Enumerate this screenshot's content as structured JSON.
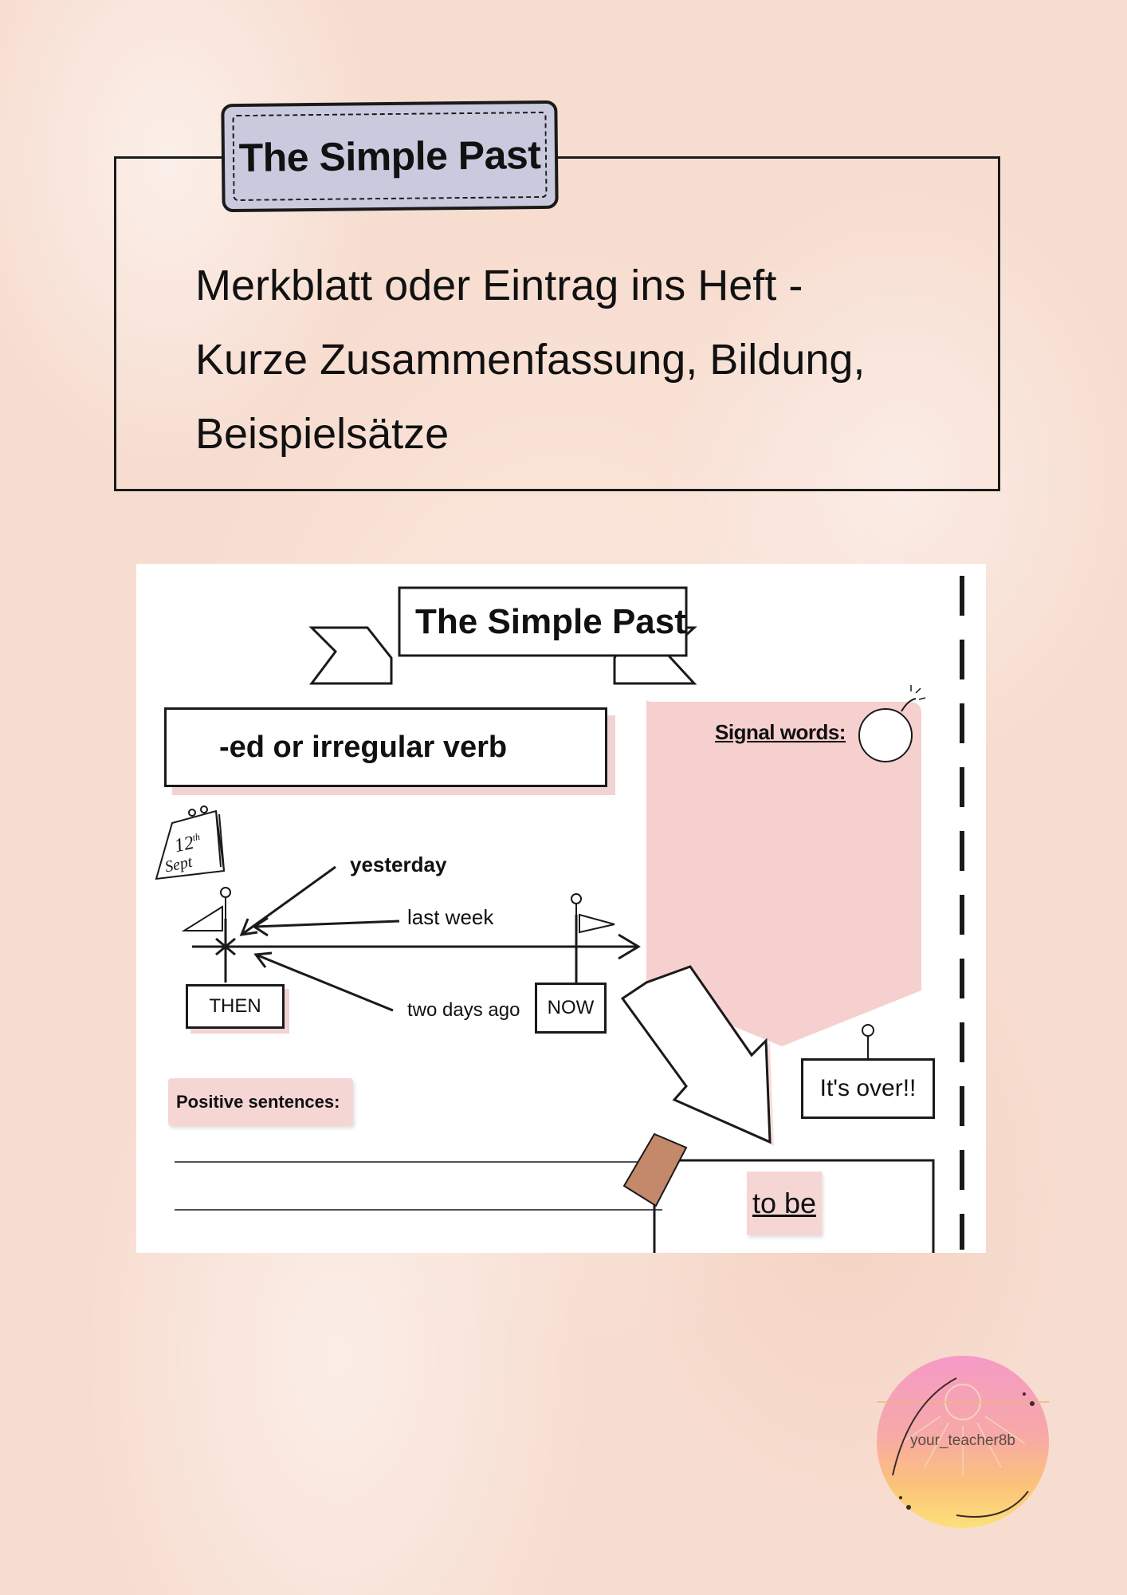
{
  "header": {
    "title": "The Simple Past",
    "intro_lines": [
      "Merkblatt oder Eintrag ins Heft -",
      "Kurze Zusammenfassung, Bildung,",
      "Beispielsätze"
    ]
  },
  "preview": {
    "banner_title": "The Simple Past",
    "ed_box": "-ed or irregular verb",
    "signal_words_label": "Signal words:",
    "calendar": {
      "day": "12",
      "suffix": "th",
      "month": "Sept"
    },
    "timeline": {
      "pointer_labels": [
        "yesterday",
        "last week",
        "two days ago"
      ],
      "then_label": "THEN",
      "now_label": "NOW"
    },
    "positive_label": "Positive sentences:",
    "over_label": "It's over!!",
    "to_be_label": "to be"
  },
  "logo": {
    "text": "your_teacher8b"
  },
  "colors": {
    "background": "#f7ddd0",
    "title_tag": "#c9cade",
    "pink_shape": "#f6cfcf",
    "note_pink": "#f6d6d4"
  }
}
